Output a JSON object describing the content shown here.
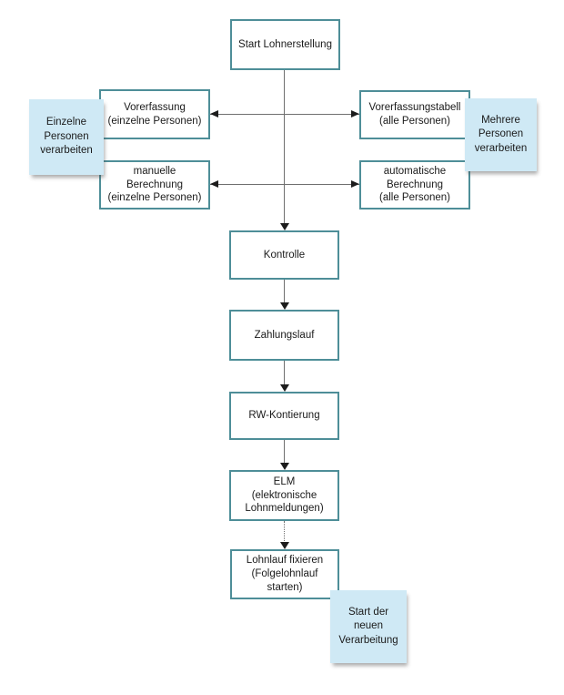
{
  "colors": {
    "box_border": "#4e8e98",
    "box_fill": "#ffffff",
    "note_fill": "#cfe9f5",
    "line_gray": "#6f6f6f",
    "arrow_black": "#1c1c1c",
    "text": "#1a1a1a",
    "background": "#ffffff"
  },
  "nodes": {
    "start": {
      "label": "Start Lohnerstellung"
    },
    "vorerfassung": {
      "label": "Vorerfassung\n(einzelne Personen)"
    },
    "vorerfassungstabelle": {
      "label": "Vorerfassungstabell\n(alle Personen)"
    },
    "manuelle_berechnung": {
      "label": "manuelle\nBerechnung\n(einzelne Personen)"
    },
    "automatische_berechnung": {
      "label": "automatische\nBerechnung\n(alle Personen)"
    },
    "kontrolle": {
      "label": "Kontrolle"
    },
    "zahlungslauf": {
      "label": "Zahlungslauf"
    },
    "rw_kontierung": {
      "label": "RW-Kontierung"
    },
    "elm": {
      "label": "ELM\n(elektronische\nLohnmeldungen)"
    },
    "lohnlauf_fixieren": {
      "label": "Lohnlauf fixieren\n(Folgelohnlauf\nstarten)"
    }
  },
  "notes": {
    "left": {
      "label": "Einzelne\nPersonen\nverarbeiten"
    },
    "right": {
      "label": "Mehrere\nPersonen\nverarbeiten"
    },
    "bottom": {
      "label": "Start der\nneuen\nVerarbeitung"
    }
  }
}
